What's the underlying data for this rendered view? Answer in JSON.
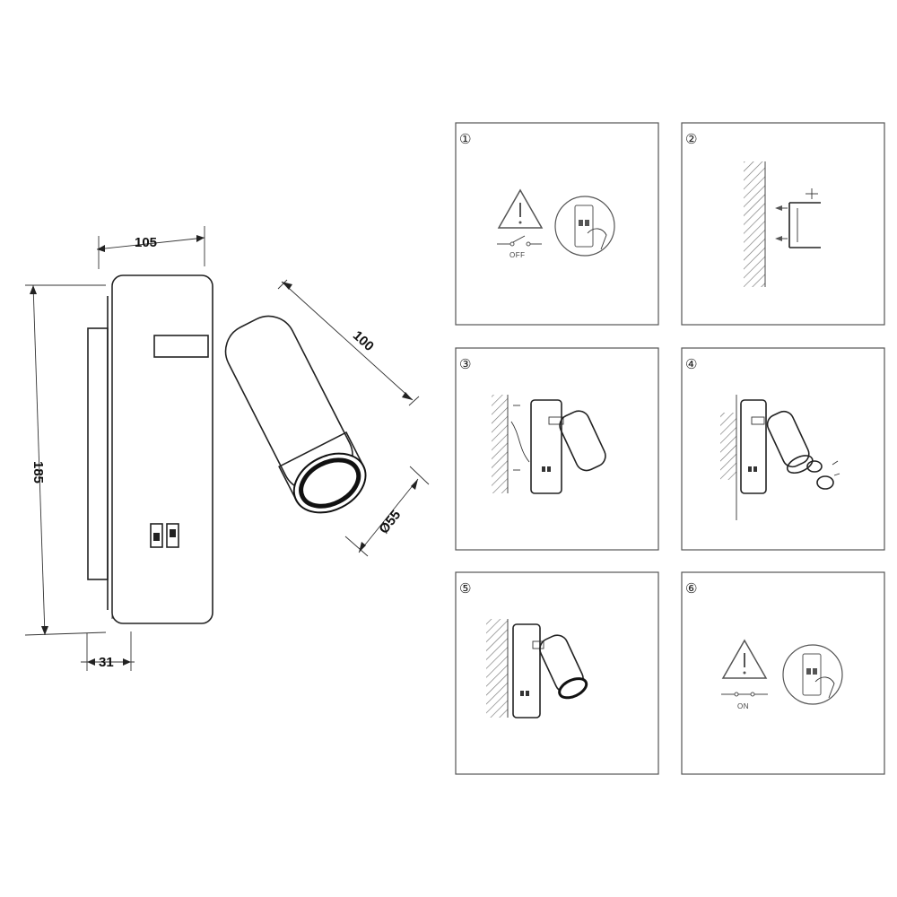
{
  "dimensions": {
    "width": "105",
    "height": "185",
    "depth": "31",
    "arm_length": "100",
    "head_diameter": "Ø55"
  },
  "steps": [
    {
      "number": "①",
      "caption": "OFF"
    },
    {
      "number": "②"
    },
    {
      "number": "③"
    },
    {
      "number": "④"
    },
    {
      "number": "⑤"
    },
    {
      "number": "⑥",
      "caption": "ON"
    }
  ],
  "icons": {
    "switch": "switch-icon",
    "warning": "warning-triangle-icon",
    "hand": "hand-press-icon",
    "wall": "wall-hatch-icon"
  }
}
